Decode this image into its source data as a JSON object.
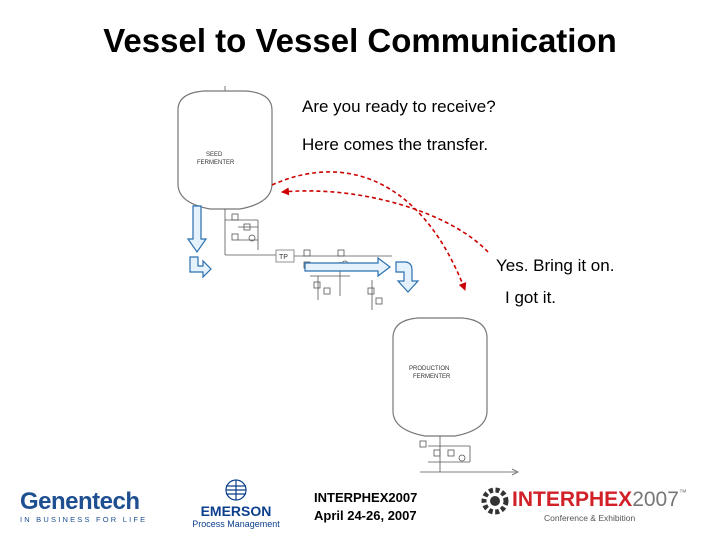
{
  "title": "Vessel to Vessel Communication",
  "messages": [
    "Are you ready to receive?",
    "Here comes the transfer.",
    "Yes. Bring it on.",
    "I got it."
  ],
  "vessels": {
    "seed": [
      "SEED",
      "FERMENTER"
    ],
    "production": [
      "PRODUCTION",
      "FERMENTER"
    ],
    "tp_label": "TP"
  },
  "footer": {
    "event": "INTERPHEX2007",
    "dates": "April 24-26, 2007"
  },
  "logos": {
    "genentech": {
      "name": "Genentech",
      "tagline": "IN BUSINESS FOR LIFE"
    },
    "emerson": {
      "name": "EMERSON",
      "sub": "Process Management"
    },
    "interphex": {
      "name": "INTERPHEX",
      "year": "2007",
      "tm": "™",
      "sub": "Conference & Exhibition"
    }
  },
  "colors": {
    "arrow_dashed": "#cc0000",
    "flow_fill": "#e6f2fb",
    "flow_stroke": "#2a6fb0",
    "genentech_blue": "#1d4f91",
    "emerson_blue": "#0c3f8c",
    "interphex_red": "#d12027"
  }
}
